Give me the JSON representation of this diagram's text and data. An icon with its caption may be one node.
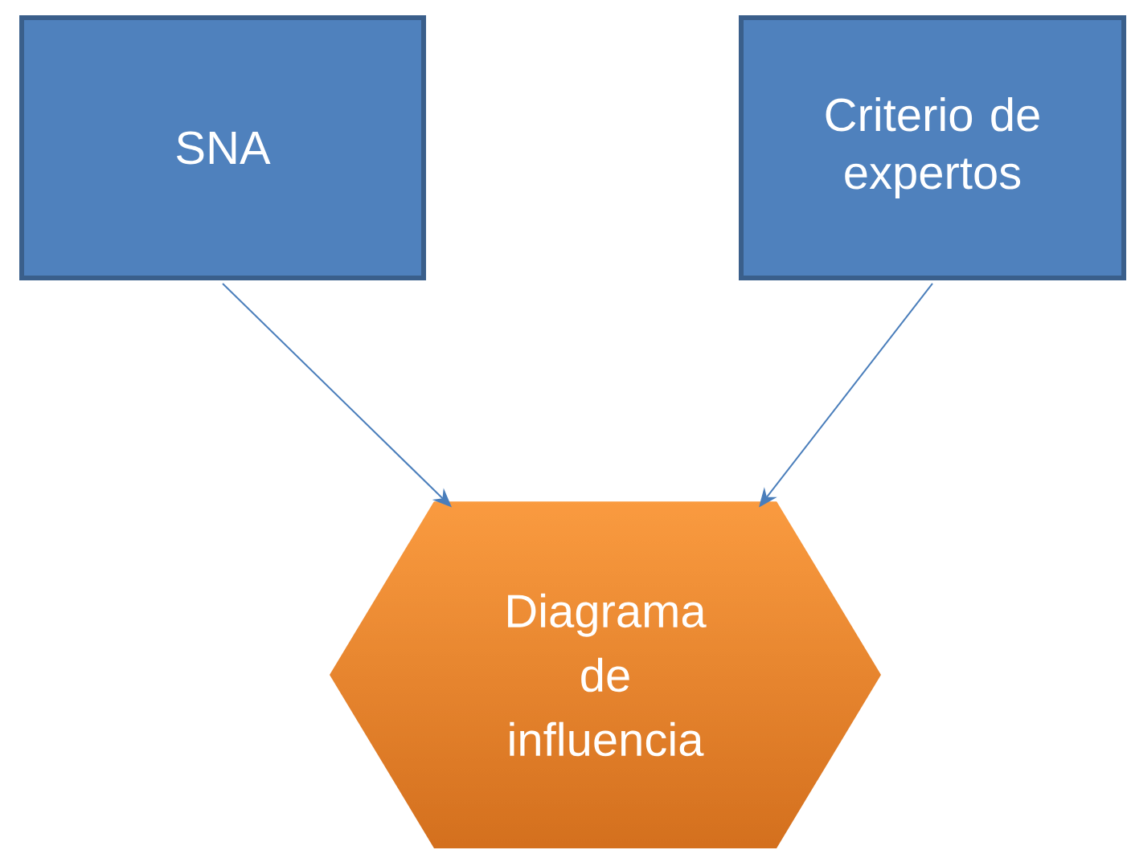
{
  "diagram": {
    "nodes": [
      {
        "text": [
          "SNA"
        ]
      },
      {
        "text": [
          "Criterio de expertos"
        ]
      },
      {
        "text": [
          "Diagrama de influencia"
        ]
      }
    ],
    "edges": [
      {
        "from": 0,
        "to": 2,
        "arrow": "to"
      },
      {
        "from": 1,
        "to": 2,
        "arrow": "to"
      }
    ]
  }
}
